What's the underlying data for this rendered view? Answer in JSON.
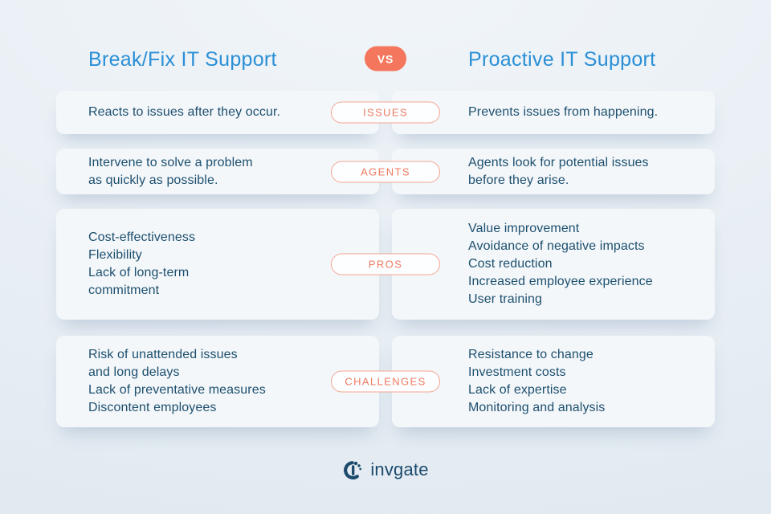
{
  "header": {
    "left_title": "Break/Fix IT Support",
    "vs_label": "VS",
    "right_title": "Proactive IT Support"
  },
  "rows": [
    {
      "badge": "ISSUES",
      "left": "Reacts to issues after they occur.",
      "right": "Prevents issues from happening."
    },
    {
      "badge": "AGENTS",
      "left": "Intervene to solve a problem\nas quickly as possible.",
      "right": "Agents look for potential issues\nbefore they arise."
    },
    {
      "badge": "PROS",
      "left": "Cost-effectiveness\nFlexibility\nLack of long-term\ncommitment",
      "right": "Value improvement\nAvoidance of negative impacts\nCost reduction\nIncreased employee experience\nUser training"
    },
    {
      "badge": "CHALLENGES",
      "left": "Risk of unattended issues\nand long delays\nLack of preventative measures\nDiscontent employees",
      "right": "Resistance to change\nInvestment costs\nLack of expertise\nMonitoring and analysis"
    }
  ],
  "footer": {
    "logo_text": "invgate"
  },
  "colors": {
    "title_blue": "#2a8fd6",
    "body_navy": "#1d4f6e",
    "coral_solid": "#f4765c",
    "coral_border": "#f5a691",
    "coral_text": "#f07a60",
    "card_background": "#f3f7fa"
  }
}
